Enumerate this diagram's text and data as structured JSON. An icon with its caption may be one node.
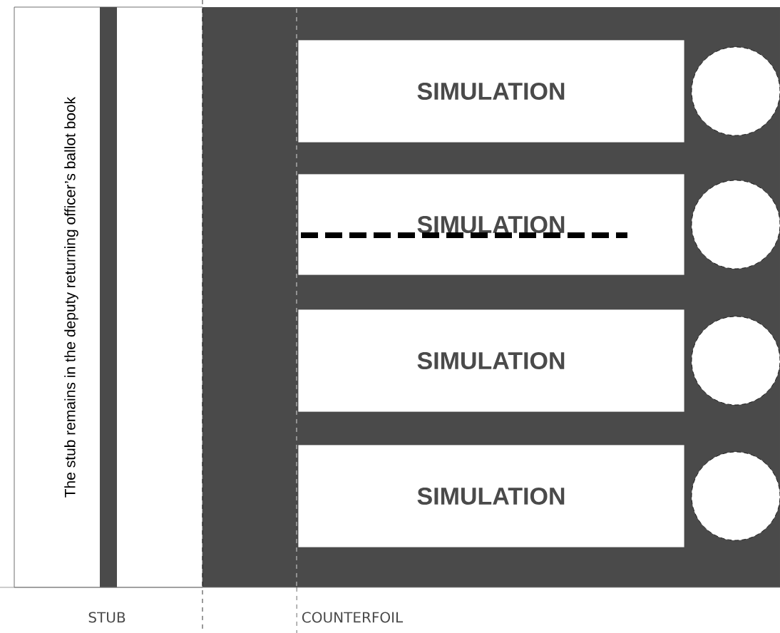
{
  "diagram": {
    "nodes": [
      {
        "text": [
          "The stub remains in the deputy returning officer’s ballot book"
        ]
      },
      {
        "text": [
          "SIMULATION"
        ]
      },
      {
        "text": [],
        "shape": "circle"
      },
      {
        "text": [
          "SIMULATION"
        ]
      },
      {
        "text": [],
        "shape": "circle"
      },
      {
        "text": [
          "SIMULATION"
        ]
      },
      {
        "text": [],
        "shape": "circle"
      },
      {
        "text": [
          "SIMULATION"
        ]
      },
      {
        "text": [],
        "shape": "circle"
      }
    ],
    "labels": [
      "STUB",
      "COUNTERFOIL"
    ]
  }
}
